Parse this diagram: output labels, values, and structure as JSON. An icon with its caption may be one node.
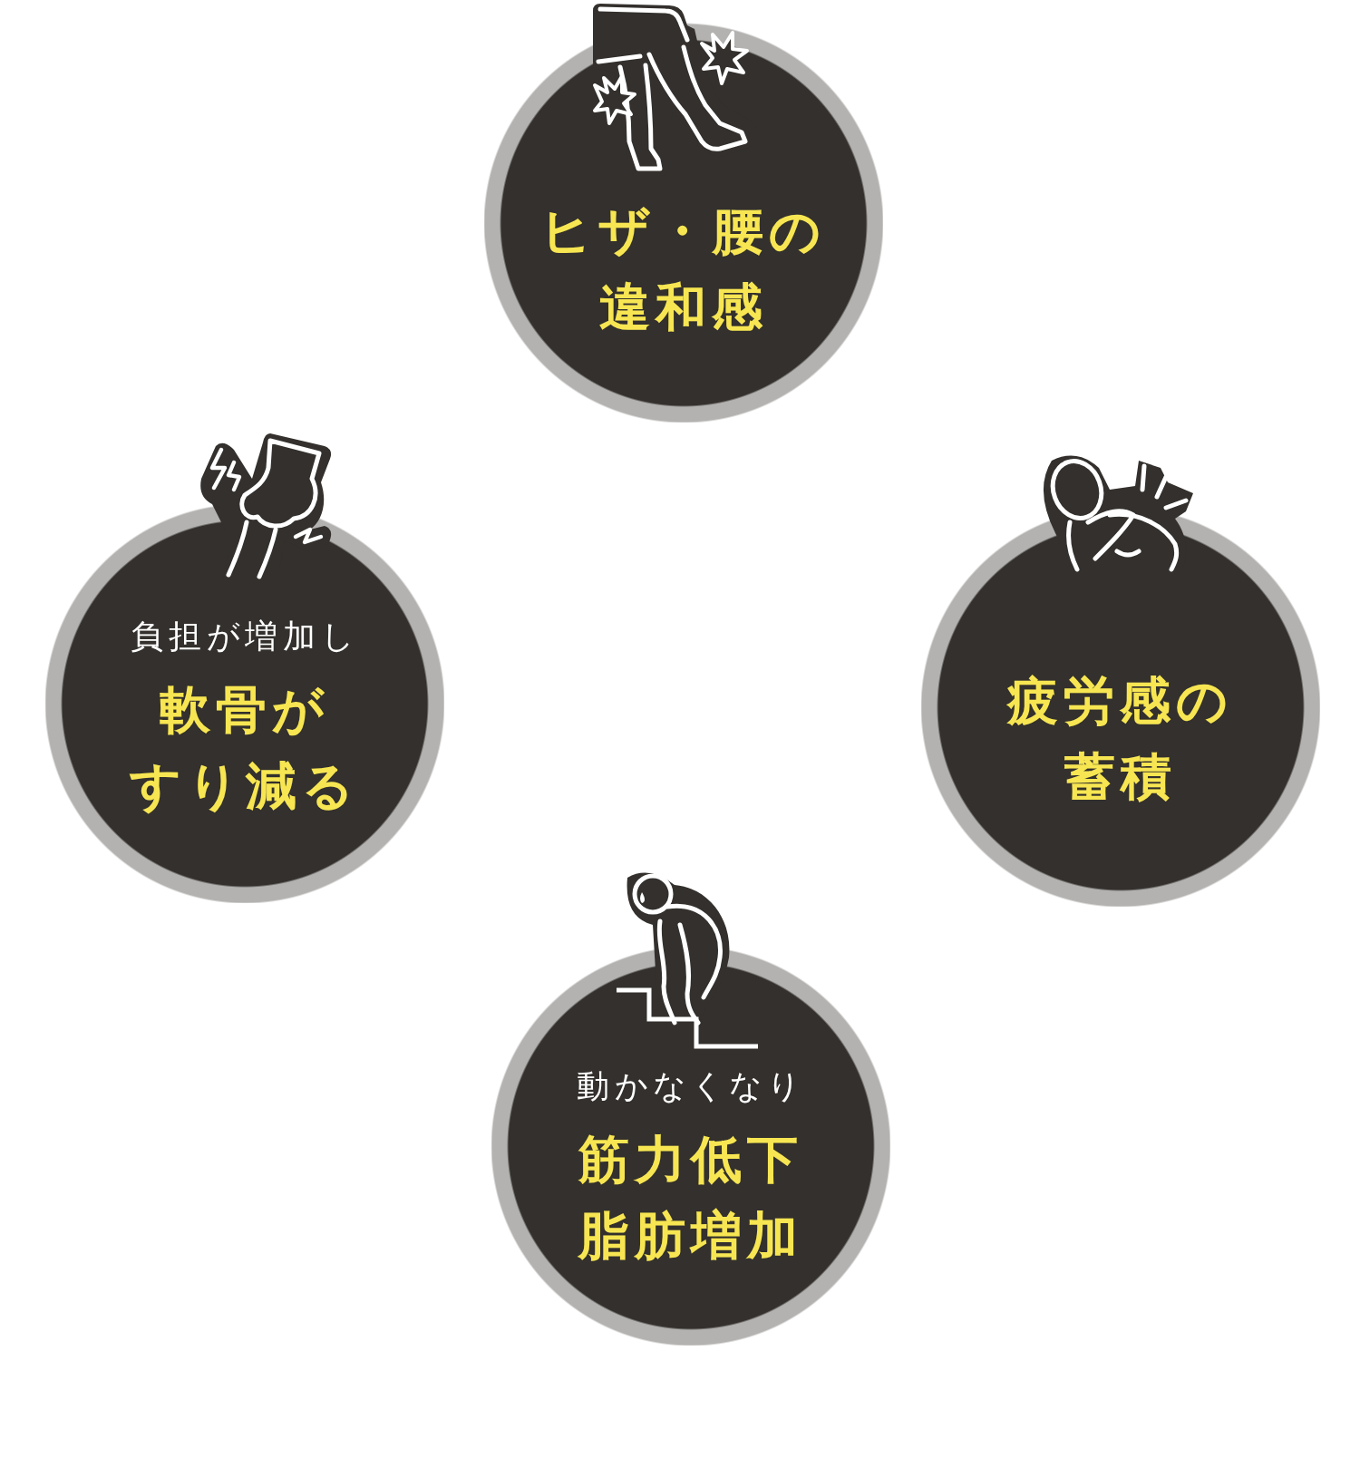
{
  "diagram": {
    "nodes": [
      {
        "text": [
          "ヒザ・腰の違和感"
        ]
      },
      {
        "text": [
          "負担が増加し",
          "軟骨がすり減る"
        ]
      },
      {
        "text": [
          "疲労感の蓄積"
        ]
      },
      {
        "text": [
          "動かなくなり",
          "筋力低下脂肪増加"
        ]
      }
    ]
  }
}
